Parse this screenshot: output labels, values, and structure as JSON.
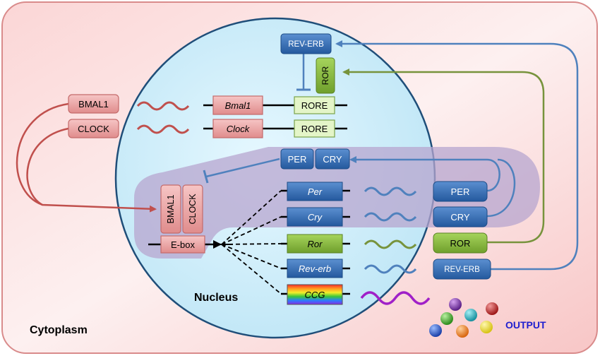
{
  "compartments": {
    "cytoplasm": "Cytoplasm",
    "nucleus": "Nucleus"
  },
  "output_label": "OUTPUT",
  "proteins": {
    "bmal1_cyto": "BMAL1",
    "clock_cyto": "CLOCK",
    "bmal1_complex": "BMAL1",
    "clock_complex": "CLOCK",
    "rev_erb_top": "REV-ERB",
    "ror_top": "ROR",
    "per_nuc": "PER",
    "cry_nuc": "CRY",
    "per_cyto": "PER",
    "cry_cyto": "CRY",
    "ror_cyto": "ROR",
    "rev_erb_cyto": "REV-ERB"
  },
  "genes": {
    "bmal1": "Bmal1",
    "clock": "Clock",
    "per": "Per",
    "cry": "Cry",
    "ror": "Ror",
    "rev_erb": "Rev-erb",
    "ccg": "CCG"
  },
  "elements": {
    "rore_1": "RORE",
    "rore_2": "RORE",
    "ebox": "E-box"
  },
  "colors": {
    "red_protein": "#e8a0a0",
    "blue_protein": "#2f6db5",
    "green_protein": "#8cbf3f",
    "rore_fill": "#e4f5c8",
    "nucleus_fill": "#cfeefb",
    "complex_shade": "#b7a5cf",
    "red_arrow": "#c0504d",
    "blue_arrow": "#4f81bd",
    "green_arrow": "#77933c",
    "output_text": "#1f1fcf"
  }
}
